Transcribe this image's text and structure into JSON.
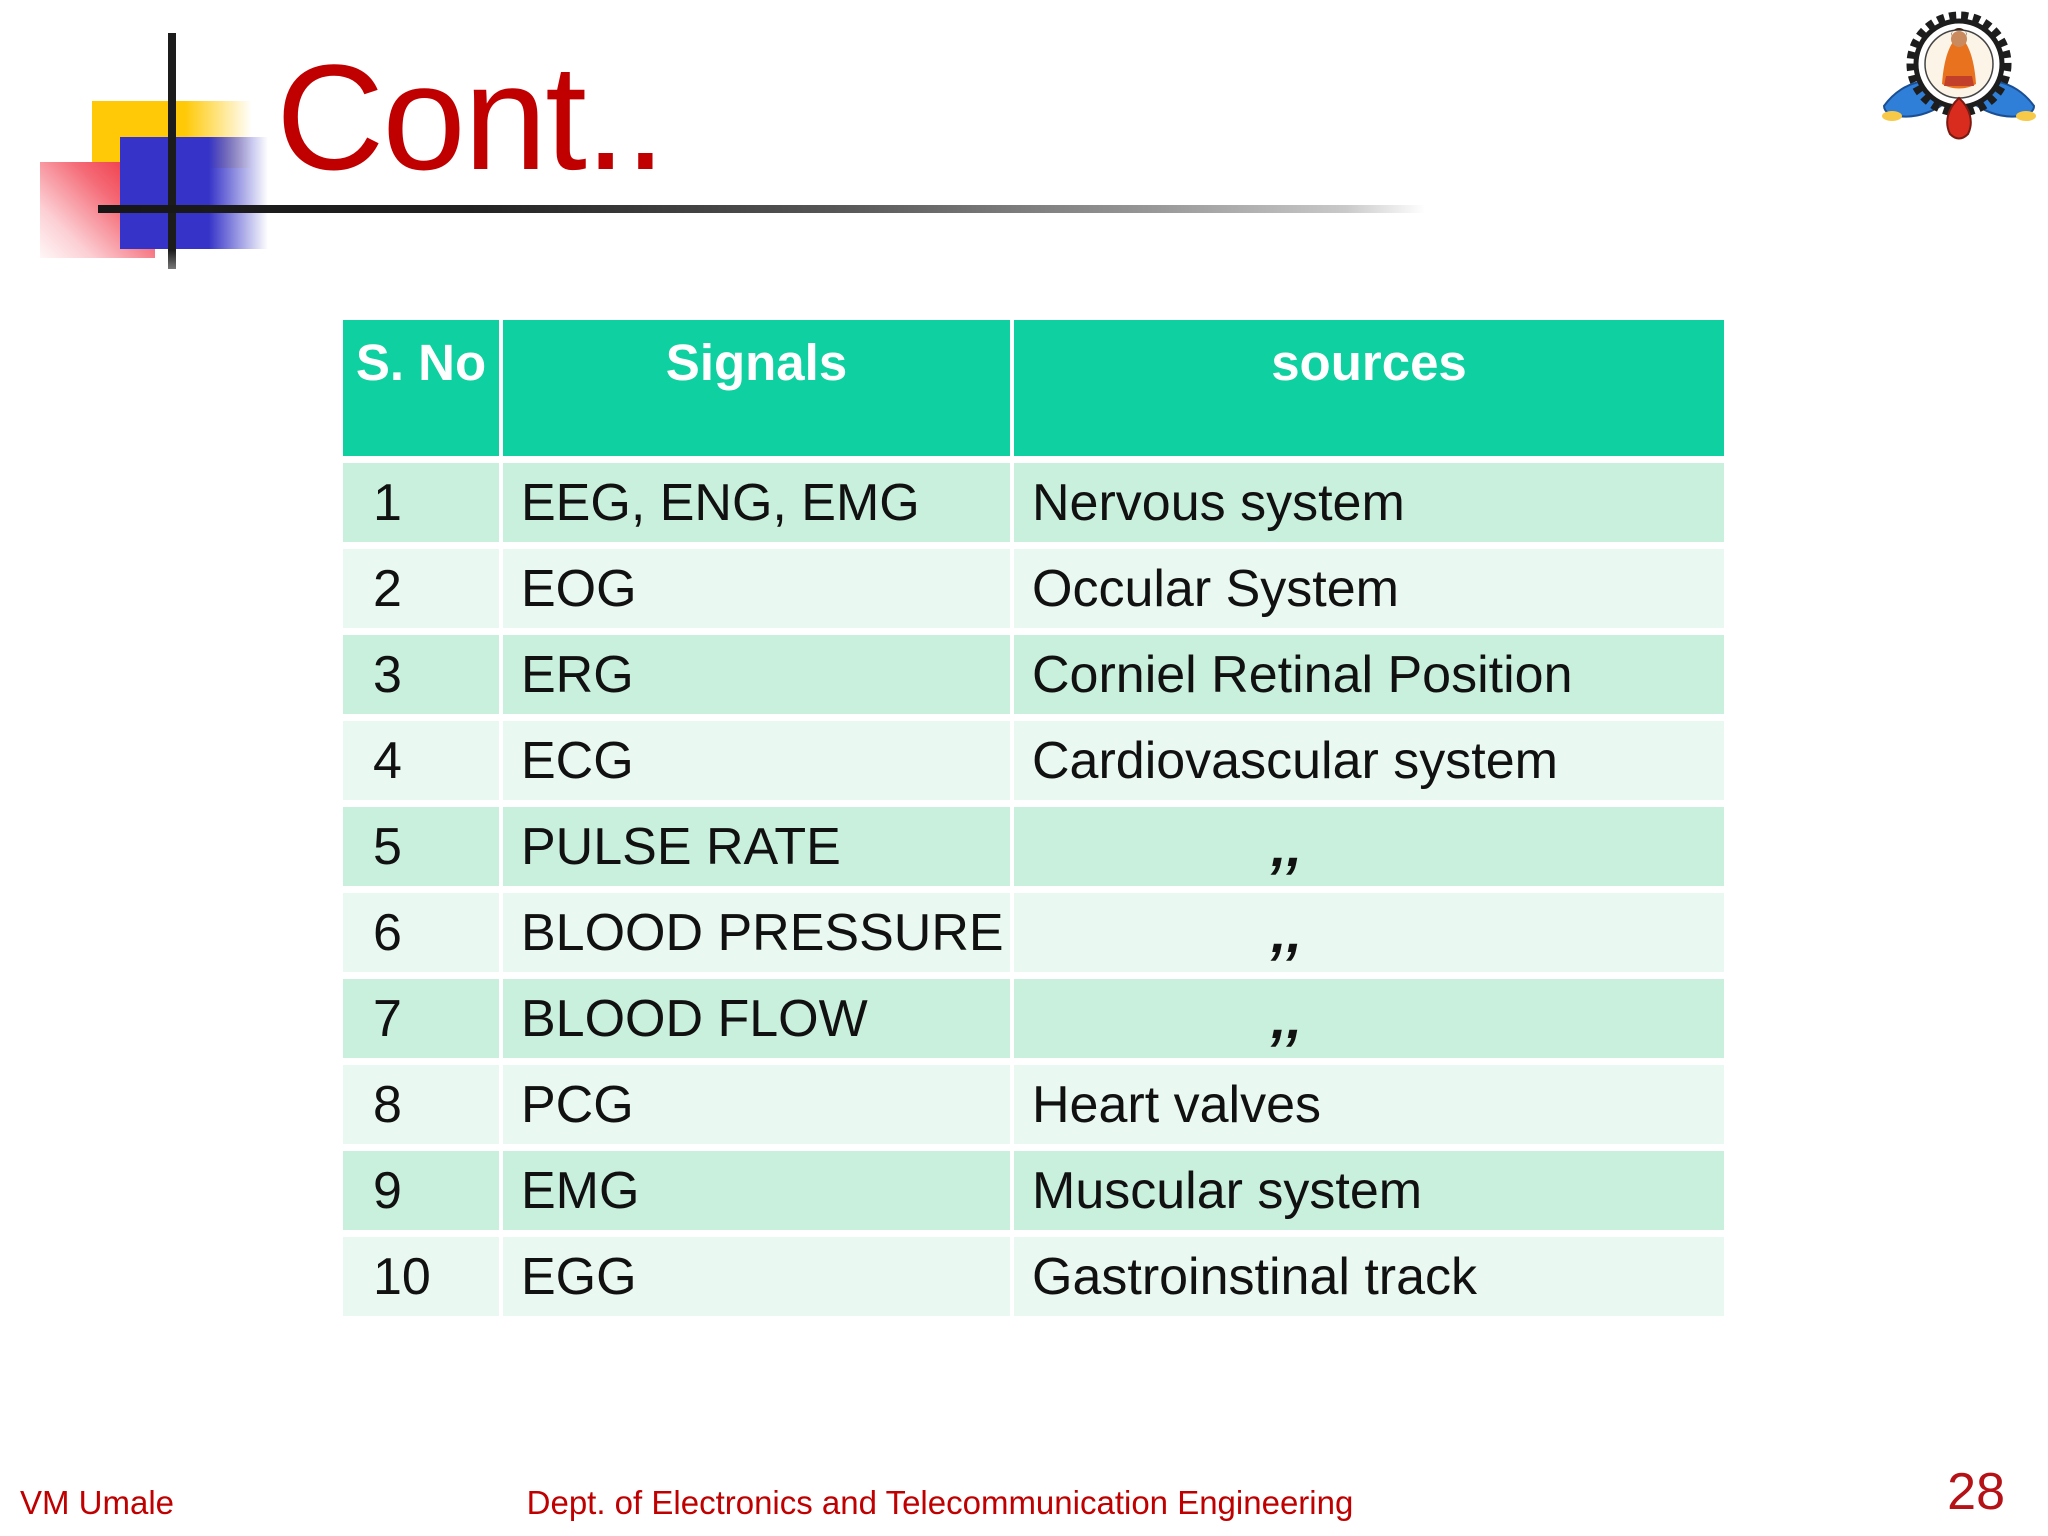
{
  "slide": {
    "title": "Cont..",
    "page_number": "28",
    "footer": {
      "author": "VM Umale",
      "department": "Dept. of Electronics and Telecommunication Engineering"
    },
    "logo": "college-emblem-logo"
  },
  "table": {
    "headers": [
      "S. No",
      "Signals",
      "sources"
    ],
    "rows": [
      {
        "no": "1",
        "signal": "EEG, ENG, EMG",
        "source": "Nervous system"
      },
      {
        "no": "2",
        "signal": "EOG",
        "source": "Occular System"
      },
      {
        "no": "3",
        "signal": "ERG",
        "source": "Corniel Retinal Position"
      },
      {
        "no": "4",
        "signal": "ECG",
        "source": "Cardiovascular system"
      },
      {
        "no": "5",
        "signal": "PULSE RATE",
        "source": ",,"
      },
      {
        "no": "6",
        "signal": "BLOOD PRESSURE",
        "source": ",,"
      },
      {
        "no": "7",
        "signal": "BLOOD FLOW",
        "source": ",,"
      },
      {
        "no": "8",
        "signal": "PCG",
        "source": "Heart valves"
      },
      {
        "no": "9",
        "signal": "EMG",
        "source": "Muscular system"
      },
      {
        "no": "10",
        "signal": "EGG",
        "source": "Gastroinstinal track"
      }
    ]
  },
  "colors": {
    "table_header_bg": "#0ED0A0",
    "row_dark": "#C9EFDD",
    "row_light": "#E9F8F1",
    "title_red": "#C00000",
    "footer_red": "#C00000",
    "page_number_red": "#B51218",
    "deco_yellow": "#FFC907",
    "deco_blue": "#3634C8",
    "deco_red": "#EE2633",
    "line_black": "#1C1C1C"
  }
}
